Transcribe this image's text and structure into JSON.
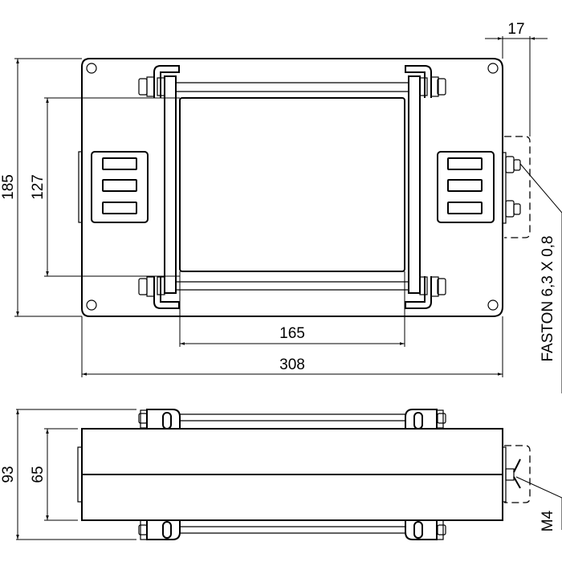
{
  "drawing": {
    "type": "technical-dimension-drawing",
    "views": [
      "top-view",
      "side-view"
    ],
    "colors": {
      "line": "#000000",
      "background": "#ffffff"
    }
  },
  "dimensions": {
    "total_height_top": "185",
    "inner_height_top": "127",
    "inner_width": "165",
    "total_width": "308",
    "terminal_depth": "17",
    "total_height_side": "93",
    "body_height_side": "65"
  },
  "labels": {
    "faston": "FASTON 6,3 X 0,8",
    "earth_screw": "M4"
  }
}
